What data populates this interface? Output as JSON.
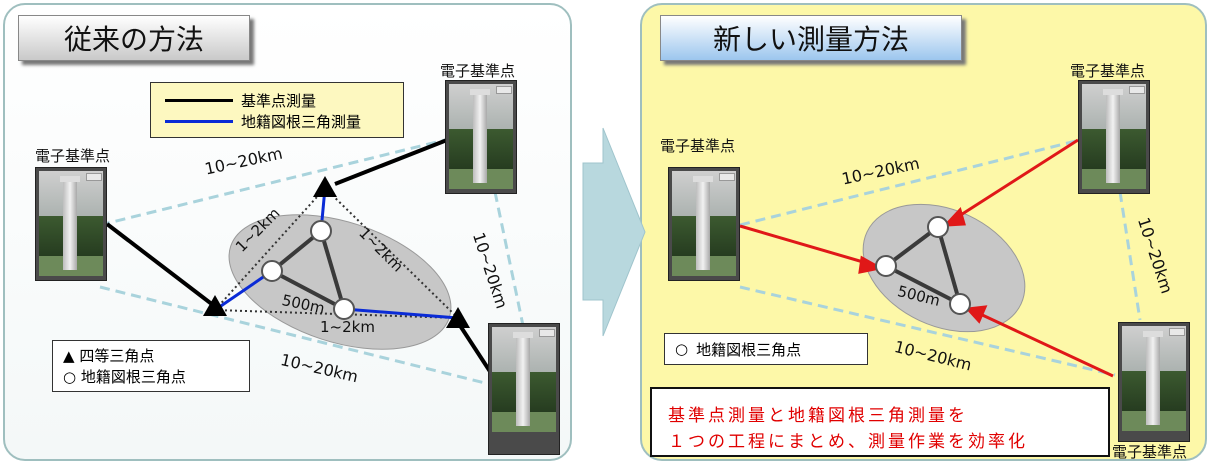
{
  "left_panel": {
    "title": "従来の方法",
    "station_label_top": "電子基準点",
    "station_label_left": "電子基準点",
    "legend_lines": [
      {
        "label": "基準点測量",
        "color": "#000000"
      },
      {
        "label": "地籍図根三角測量",
        "color": "#0a2bd6"
      }
    ],
    "legend_symbols": [
      {
        "symbol": "▲",
        "label": "四等三角点"
      },
      {
        "symbol": "○",
        "label": "地籍図根三角点"
      }
    ],
    "dist_top": "10~20km",
    "dist_right": "10~20km",
    "dist_bottom": "10~20km",
    "dist_upper_left": "1~2km",
    "dist_upper_right": "1~2km",
    "dist_bottom_inner": "1~2km",
    "dist_center": "500m"
  },
  "right_panel": {
    "title": "新しい測量方法",
    "station_label_top": "電子基準点",
    "station_label_left": "電子基準点",
    "station_label_bottom": "電子基準点",
    "legend_symbol": "○",
    "legend_label": "地籍図根三角点",
    "dist_top": "10~20km",
    "dist_right": "10~20km",
    "dist_bottom": "10~20km",
    "dist_center": "500m",
    "note_line1": "基準点測量と地籍図根三角測量を",
    "note_line2": "１つの工程にまとめ、測量作業を効率化"
  },
  "colors": {
    "dashed_line": "#a9d3dc",
    "ellipse": "#c7c7c7",
    "arrow_panel": "#b8d8de",
    "red_arrow": "#e01818",
    "blue_line": "#0a2bd6",
    "note_text": "#e00000"
  }
}
